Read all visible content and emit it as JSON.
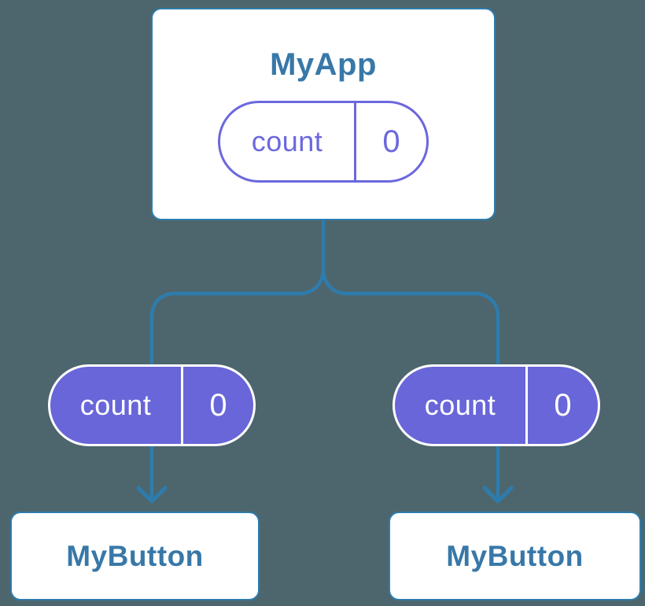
{
  "colors": {
    "background": "#4d666d",
    "connector": "#2e7cad",
    "node_border": "#2e7cad",
    "node_fill": "#ffffff",
    "node_title": "#3878a8",
    "state_outline": "#6b68de",
    "state_fill": "#6866d8",
    "state_text": "#ffffff"
  },
  "diagram": {
    "type": "component-tree",
    "root": {
      "title": "MyApp",
      "state": {
        "name": "count",
        "value": "0"
      }
    },
    "children": [
      {
        "title": "MyButton",
        "state": {
          "name": "count",
          "value": "0"
        }
      },
      {
        "title": "MyButton",
        "state": {
          "name": "count",
          "value": "0"
        }
      }
    ]
  }
}
